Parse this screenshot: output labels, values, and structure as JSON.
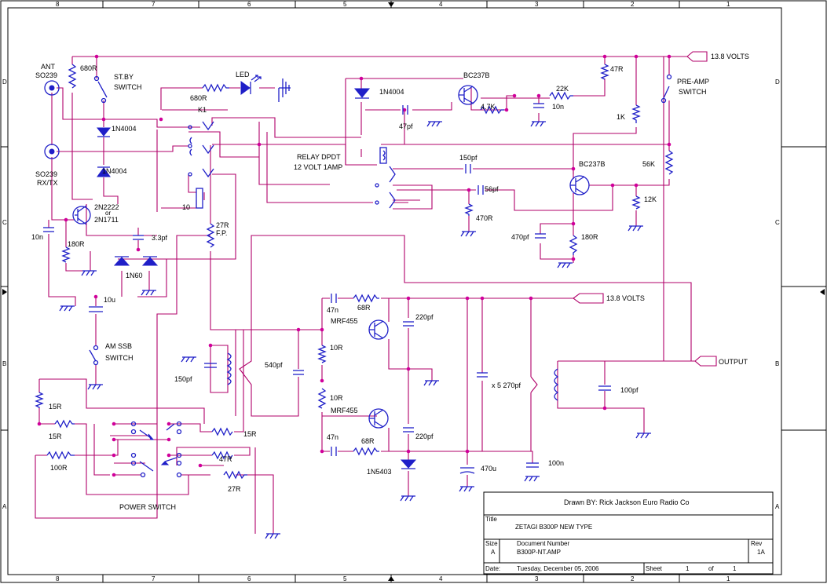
{
  "border": {
    "top_zones": [
      "8",
      "7",
      "6",
      "5",
      "4",
      "3",
      "2",
      "1"
    ],
    "side_zones": [
      "D",
      "C",
      "B",
      "A"
    ]
  },
  "labels": {
    "ant": "ANT",
    "so239_top": "SO239",
    "so239_mid": "SO239",
    "rxtx": "RX/TX",
    "r680_top": "680R",
    "stby1": "ST.BY",
    "stby2": "SWITCH",
    "led": "LED",
    "r680_mid": "680R",
    "k1": "K1",
    "d1n4004_a": "1N4004",
    "d1n4004_b": "1N4004",
    "t2n2222": "2N2222",
    "or": "or",
    "t2n1711": "2N1711",
    "c10n_left": "10n",
    "r180_left": "180R",
    "c33pf": "3.3pf",
    "d1n60": "1N60",
    "c10u": "10u",
    "amssb1": "AM SSB",
    "amssb2": "SWITCH",
    "r27_fp": "27R",
    "fp": "F.P.",
    "ten": "10",
    "relay1": "RELAY DPDT",
    "relay2": "12 VOLT 1AMP",
    "d1n4004_c": "1N4004",
    "c47pf": "47pf",
    "bc237b_top": "BC237B",
    "r22k": "22K",
    "r47k": "4.7K",
    "c10n_top": "10n",
    "r47r": "47R",
    "v138_top": "13.8 VOLTS",
    "preamp1": "PRE-AMP",
    "preamp2": "SWITCH",
    "r1k": "1K",
    "c150pf_top": "150pf",
    "bc237b_mid": "BC237B",
    "r56k": "56K",
    "c56pf": "56pf",
    "r470r": "470R",
    "r12k": "12K",
    "c470pf": "470pf",
    "r180_mid": "180R",
    "c47n_a": "47n",
    "r68r_a": "68R",
    "v138_mid": "13.8 VOLTS",
    "mrf455_a": "MRF455",
    "c220pf_a": "220pf",
    "r10r_a": "10R",
    "c540pf": "540pf",
    "c150pf_left": "150pf",
    "r10r_b": "10R",
    "mrf455_b": "MRF455",
    "c270pf": "x 5 270pf",
    "output": "OUTPUT",
    "c100pf": "100pf",
    "r15r_a": "15R",
    "r15r_b": "15R",
    "r15r_c": "15R",
    "c220pf_b": "220pf",
    "c47n_b": "47n",
    "r68r_b": "68R",
    "r100r": "100R",
    "r47r_b": "47R",
    "d1n5403": "1N5403",
    "c470u": "470u",
    "c100n": "100n",
    "r27r_b": "27R",
    "power1": "POWER SWITCH"
  },
  "title_block": {
    "drawn_by": "Drawn BY: Rick Jackson Euro Radio Co",
    "title_label": "Title",
    "title": "ZETAGI B300P NEW TYPE",
    "size_label": "Size",
    "size": "A",
    "docnum_label": "Document Number",
    "docnum": "B300P-NT.AMP",
    "rev_label": "Rev",
    "rev": "1A",
    "date_label": "Date:",
    "date": "Tuesday, December 05, 2006",
    "sheet_label": "Sheet",
    "sheet": "1",
    "of_label": "of",
    "sheets": "1"
  }
}
